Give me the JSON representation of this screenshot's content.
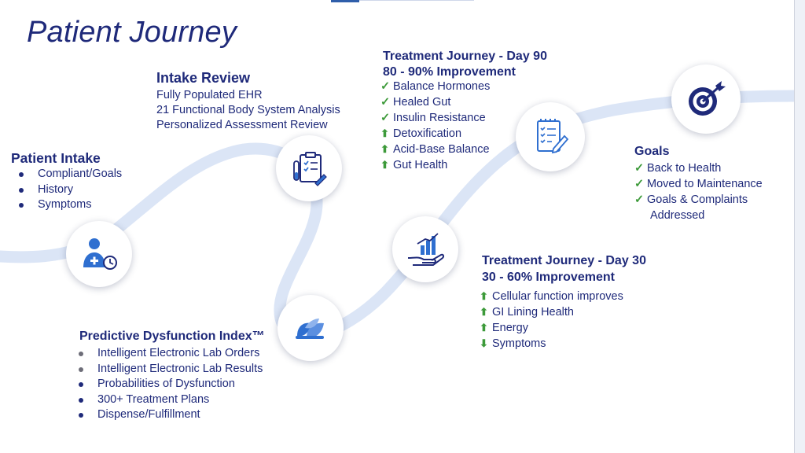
{
  "title": "Patient Journey",
  "colors": {
    "navy": "#1f2a7a",
    "path": "#dbe5f6",
    "check": "#3d9a3a",
    "icon_blue": "#2f6fd0"
  },
  "patient_intake": {
    "heading": "Patient Intake",
    "items": [
      "Compliant/Goals",
      "History",
      "Symptoms"
    ],
    "icon": "patient-clock-icon"
  },
  "intake_review": {
    "heading": "Intake Review",
    "lines": [
      "Fully Populated EHR",
      "21 Functional Body System Analysis",
      "Personalized Assessment Review"
    ],
    "icon": "clipboard-test-tube-icon"
  },
  "predictive": {
    "heading": "Predictive Dysfunction Index™",
    "items": [
      "Intelligent Electronic Lab Orders",
      "Intelligent Electronic Lab Results",
      "Probabilities of Dysfunction",
      "300+ Treatment Plans",
      "Dispense/Fulfillment"
    ],
    "icon": "leaf-cluster-icon"
  },
  "day30": {
    "heading1": "Treatment Journey - Day 30",
    "heading2": "30 - 60% Improvement",
    "items": [
      {
        "mark": "up",
        "text": "Cellular function improves"
      },
      {
        "mark": "up",
        "text": "GI Lining Health"
      },
      {
        "mark": "up",
        "text": "Energy"
      },
      {
        "mark": "down",
        "text": "Symptoms"
      }
    ],
    "icon": "hand-growth-chart-icon"
  },
  "day90": {
    "heading1": "Treatment Journey - Day 90",
    "heading2": "80 - 90% Improvement",
    "items": [
      {
        "mark": "check",
        "text": "Balance Hormones"
      },
      {
        "mark": "check",
        "text": "Healed Gut"
      },
      {
        "mark": "check",
        "text": "Insulin Resistance"
      },
      {
        "mark": "up",
        "text": "Detoxification"
      },
      {
        "mark": "up",
        "text": "Acid-Base Balance"
      },
      {
        "mark": "up",
        "text": "Gut Health"
      }
    ],
    "icon": "checklist-pencil-icon"
  },
  "goals": {
    "heading": "Goals",
    "items": [
      {
        "mark": "check",
        "text": "Back to Health"
      },
      {
        "mark": "check",
        "text": "Moved to Maintenance"
      },
      {
        "mark": "check",
        "text": "Goals & Complaints"
      },
      {
        "mark": "none",
        "text": "Addressed"
      }
    ],
    "icon": "target-arrow-icon"
  }
}
